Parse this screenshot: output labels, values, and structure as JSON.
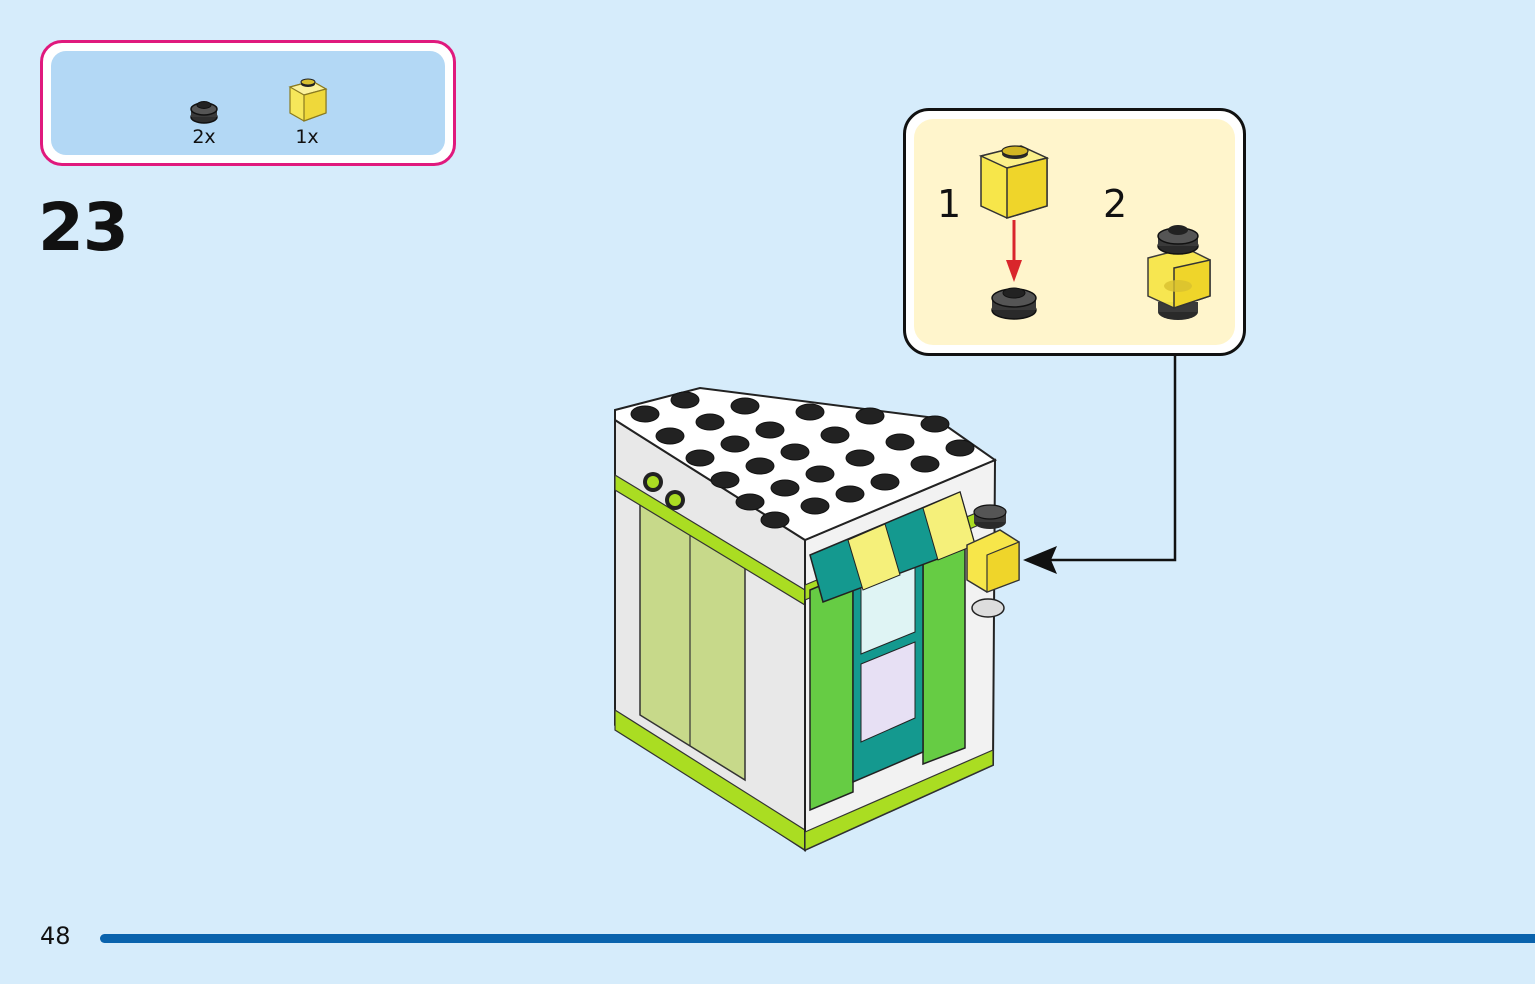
{
  "parts_list": {
    "items": [
      {
        "icon": "round-plate-dark-grey-icon",
        "count": "2x",
        "color": "#3a3a3a"
      },
      {
        "icon": "transparent-yellow-brick-icon",
        "count": "1x",
        "color": "#f5e04a"
      }
    ]
  },
  "step": {
    "number": "23"
  },
  "sub_steps": [
    {
      "label": "1"
    },
    {
      "label": "2"
    }
  ],
  "page": {
    "number": "48"
  },
  "colors": {
    "background": "#d6ecfb",
    "parts_border": "#e0197d",
    "parts_fill": "#b3d8f5",
    "callout_fill": "#fff5cc",
    "progress_line": "#0a63ad",
    "build_green": "#66cc44",
    "build_lime": "#aadd22",
    "awning_teal": "#14998f",
    "awning_yellow": "#f5f07a"
  }
}
